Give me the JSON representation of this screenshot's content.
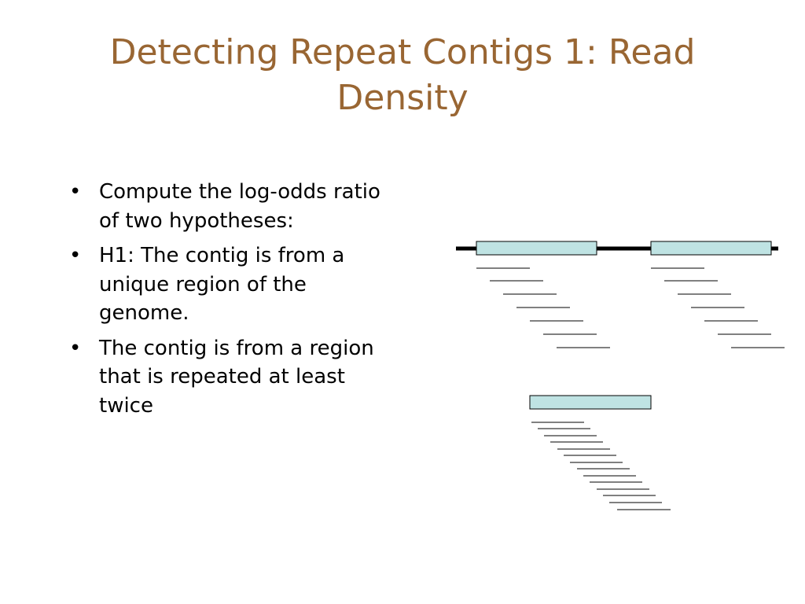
{
  "slide": {
    "title": "Detecting Repeat Contigs 1: Read Density",
    "bullet_glyph": "•",
    "bullets": [
      "Compute the log-odds ratio of two hypotheses:",
      "H1: The contig is from a unique region of the genome.",
      "The contig is from a region that is repeated at least twice"
    ]
  },
  "colors": {
    "title": "#996633",
    "contig_fill": "#bfe3e3",
    "contig_stroke": "#000000",
    "genome_line": "#000000",
    "read_line": "#000000"
  }
}
